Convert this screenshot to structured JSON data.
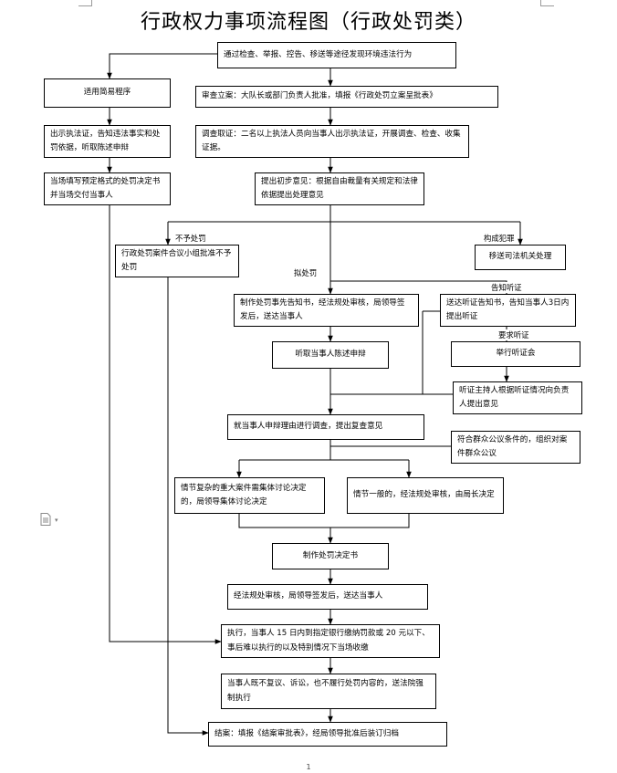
{
  "title": "行政权力事项流程图（行政处罚类）",
  "boxes": {
    "start": "通过检查、举报、控告、移送等途径发现环境违法行为",
    "simple_procedure": "适用简易程序",
    "case_filing": "审查立案：大队长或部门负责人批准，填报《行政处罚立案呈批表》",
    "show_cert_inform": "出示执法证，告知违法事实和处罚依据，听取陈述申辩",
    "investigation": "调查取证：二名以上执法人员向当事人出示执法证，开展调查、检查、收集证据。",
    "fill_decision": "当场填写预定格式的处罚决定书并当场交付当事人",
    "preliminary_opinion": "提出初步意见：根据自由裁量有关规定和法律依据提出处理意见",
    "committee_no_penalty": "行政处罚案件合议小组批准不予处罚",
    "transfer_judicial": "移送司法机关处理",
    "pre_notice": "制作处罚事先告知书，经法规处审核，局领导签发后，送达当事人",
    "hearing_notice": "送达听证告知书，告知当事人3日内提出听证",
    "listen_defense": "听取当事人陈述申辩",
    "hold_hearing": "举行听证会",
    "hearing_report": "听证主持人根据听证情况向负责人提出意见",
    "review": "就当事人申辩理由进行调查，提出复查意见",
    "public_hearing": "符合群众公议条件的，组织对案件群众公议",
    "collective_decision": "情节复杂的重大案件需集体讨论决定的，局领导集体讨论决定",
    "general_decision": "情节一般的，经法规处审核，由局长决定",
    "make_decision": "制作处罚决定书",
    "deliver": "经法规处审核，局领导签发后，送达当事人",
    "execute": "执行，当事人 15 日内到指定银行缴纳罚款或 20 元以下、事后难以执行的以及特别情况下当场收缴",
    "enforce": "当事人既不复议、诉讼，也不履行处罚内容的，送法院强制执行",
    "close": "结案：填报《结案审批表》，经局领导批准后装订归档"
  },
  "labels": {
    "no_penalty": "不予处罚",
    "crime": "构成犯罪",
    "intend_penalty": "拟处罚",
    "inform_hearing": "告知听证",
    "request_hearing": "要求听证"
  },
  "footer": {
    "page_number": "1"
  },
  "icons": {
    "document": "document-icon"
  }
}
